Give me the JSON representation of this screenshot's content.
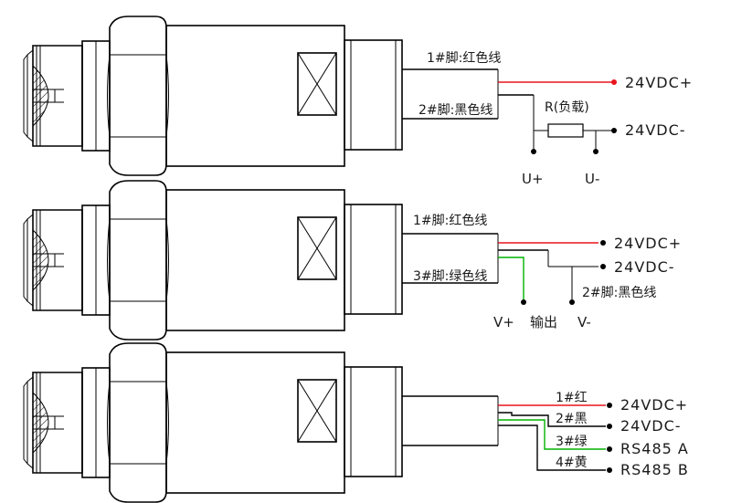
{
  "colors": {
    "red_wire": "#e8141b",
    "black_wire": "#000000",
    "green_wire": "#00b400",
    "text": "#1a1a1a"
  },
  "diagram1": {
    "pin1": "1#脚:红色线",
    "pin2": "2#脚:黑色线",
    "load": "R(负载)",
    "vplus": "24VDC+",
    "vminus": "24VDC-",
    "uplus": "U+",
    "uminus": "U-"
  },
  "diagram2": {
    "pin1": "1#脚:红色线",
    "pin3": "3#脚:绿色线",
    "pin2": "2#脚:黑色线",
    "vplus": "24VDC+",
    "vminus": "24VDC-",
    "out_vplus": "V+",
    "output": "输出",
    "out_vminus": "V-"
  },
  "diagram3": {
    "pin1": "1#红",
    "pin2": "2#黑",
    "pin3": "3#绿",
    "pin4": "4#黄",
    "vplus": "24VDC+",
    "vminus": "24VDC-",
    "rs485a": "RS485 A",
    "rs485b": "RS485 B"
  }
}
